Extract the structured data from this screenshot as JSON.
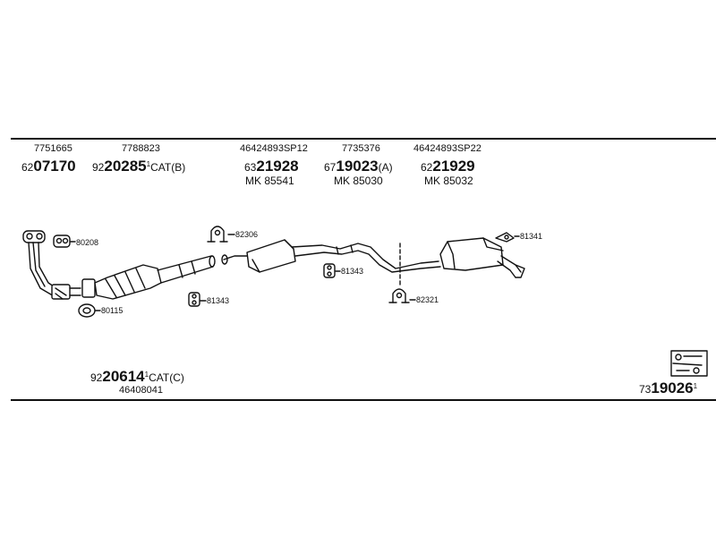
{
  "colors": {
    "ink": "#111111",
    "background": "#ffffff"
  },
  "top_parts": [
    {
      "ref": "7751665",
      "prefix": "62",
      "main": "07170",
      "suffix": ""
    },
    {
      "ref": "7788823",
      "prefix": "92",
      "main": "20285",
      "sup": "1",
      "suffix": "CAT(B)"
    },
    {
      "ref": "46424893SP12",
      "prefix": "63",
      "main": "21928",
      "suffix": "",
      "mk": "MK 85541"
    },
    {
      "ref": "7735376",
      "prefix": "67",
      "main": "19023",
      "suffix": "(A)",
      "mk": "MK 85030"
    },
    {
      "ref": "46424893SP22",
      "prefix": "62",
      "main": "21929",
      "suffix": "",
      "mk": "MK 85032"
    }
  ],
  "callouts": [
    "80208",
    "80115",
    "81343",
    "82306",
    "81343",
    "82321",
    "81341"
  ],
  "bottom_left": {
    "prefix": "92",
    "main": "20614",
    "sup": "1",
    "suffix": "CAT(C)",
    "ref": "46408041"
  },
  "bottom_right": {
    "prefix": "73",
    "main": "19026",
    "sup": "1"
  },
  "icons": [
    "exhaust-manifold-icon",
    "catalytic-converter-icon",
    "middle-silencer-icon",
    "rear-silencer-icon",
    "clamp-icon",
    "gasket-icon",
    "rubber-mount-icon",
    "hanger-icon",
    "mounting-kit-icon"
  ]
}
